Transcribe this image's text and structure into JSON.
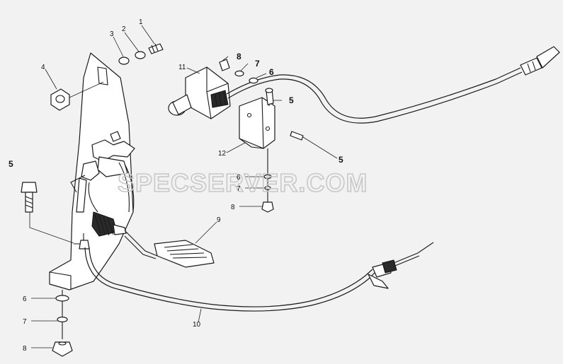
{
  "watermark": "SPECSERVER.COM",
  "callouts": [
    {
      "id": "c1",
      "text": "1"
    },
    {
      "id": "c2",
      "text": "2"
    },
    {
      "id": "c3",
      "text": "3"
    },
    {
      "id": "c4",
      "text": "4"
    },
    {
      "id": "c5a",
      "text": "5"
    },
    {
      "id": "c5b",
      "text": "5"
    },
    {
      "id": "c5c",
      "text": "5"
    },
    {
      "id": "c6a",
      "text": "6"
    },
    {
      "id": "c6b",
      "text": "6"
    },
    {
      "id": "c6c",
      "text": "6"
    },
    {
      "id": "c7a",
      "text": "7"
    },
    {
      "id": "c7b",
      "text": "7"
    },
    {
      "id": "c7c",
      "text": "7"
    },
    {
      "id": "c8a",
      "text": "8"
    },
    {
      "id": "c8b",
      "text": "8"
    },
    {
      "id": "c8c",
      "text": "8"
    },
    {
      "id": "c9",
      "text": "9"
    },
    {
      "id": "c10",
      "text": "10"
    },
    {
      "id": "c11",
      "text": "11"
    },
    {
      "id": "c12",
      "text": "12"
    }
  ]
}
